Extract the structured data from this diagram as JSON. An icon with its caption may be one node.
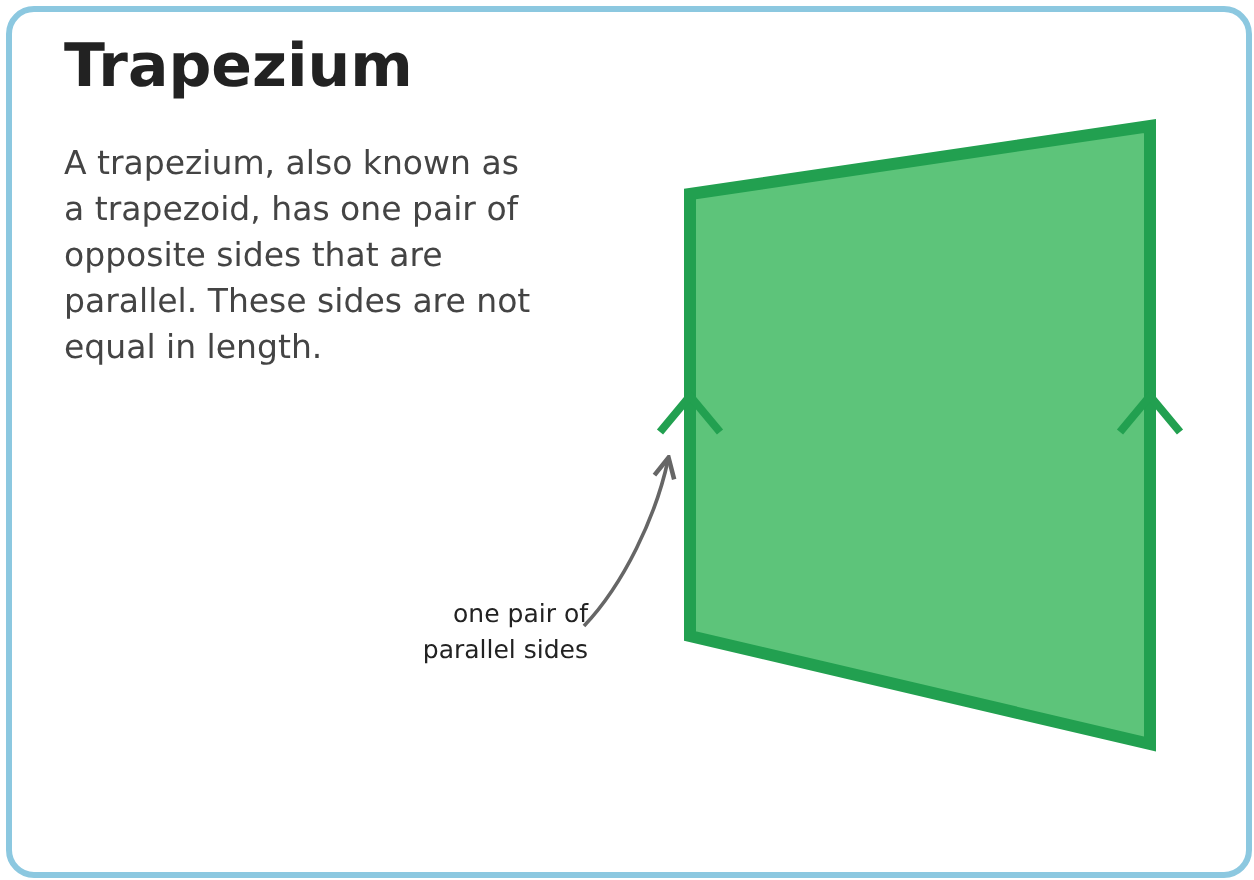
{
  "diagram": {
    "title": "Trapezium",
    "nodes": [
      {
        "text": [
          "one pair of parallel sides"
        ]
      },
      {
        "text": [],
        "shape": "trapezium"
      }
    ],
    "edges": [
      {
        "from": 0,
        "to": 1,
        "arrow": "to"
      }
    ],
    "labels": [
      "A trapezium, also known as a trapezoid, has one pair of opposite sides that are parallel. These sides are not equal in length."
    ]
  }
}
